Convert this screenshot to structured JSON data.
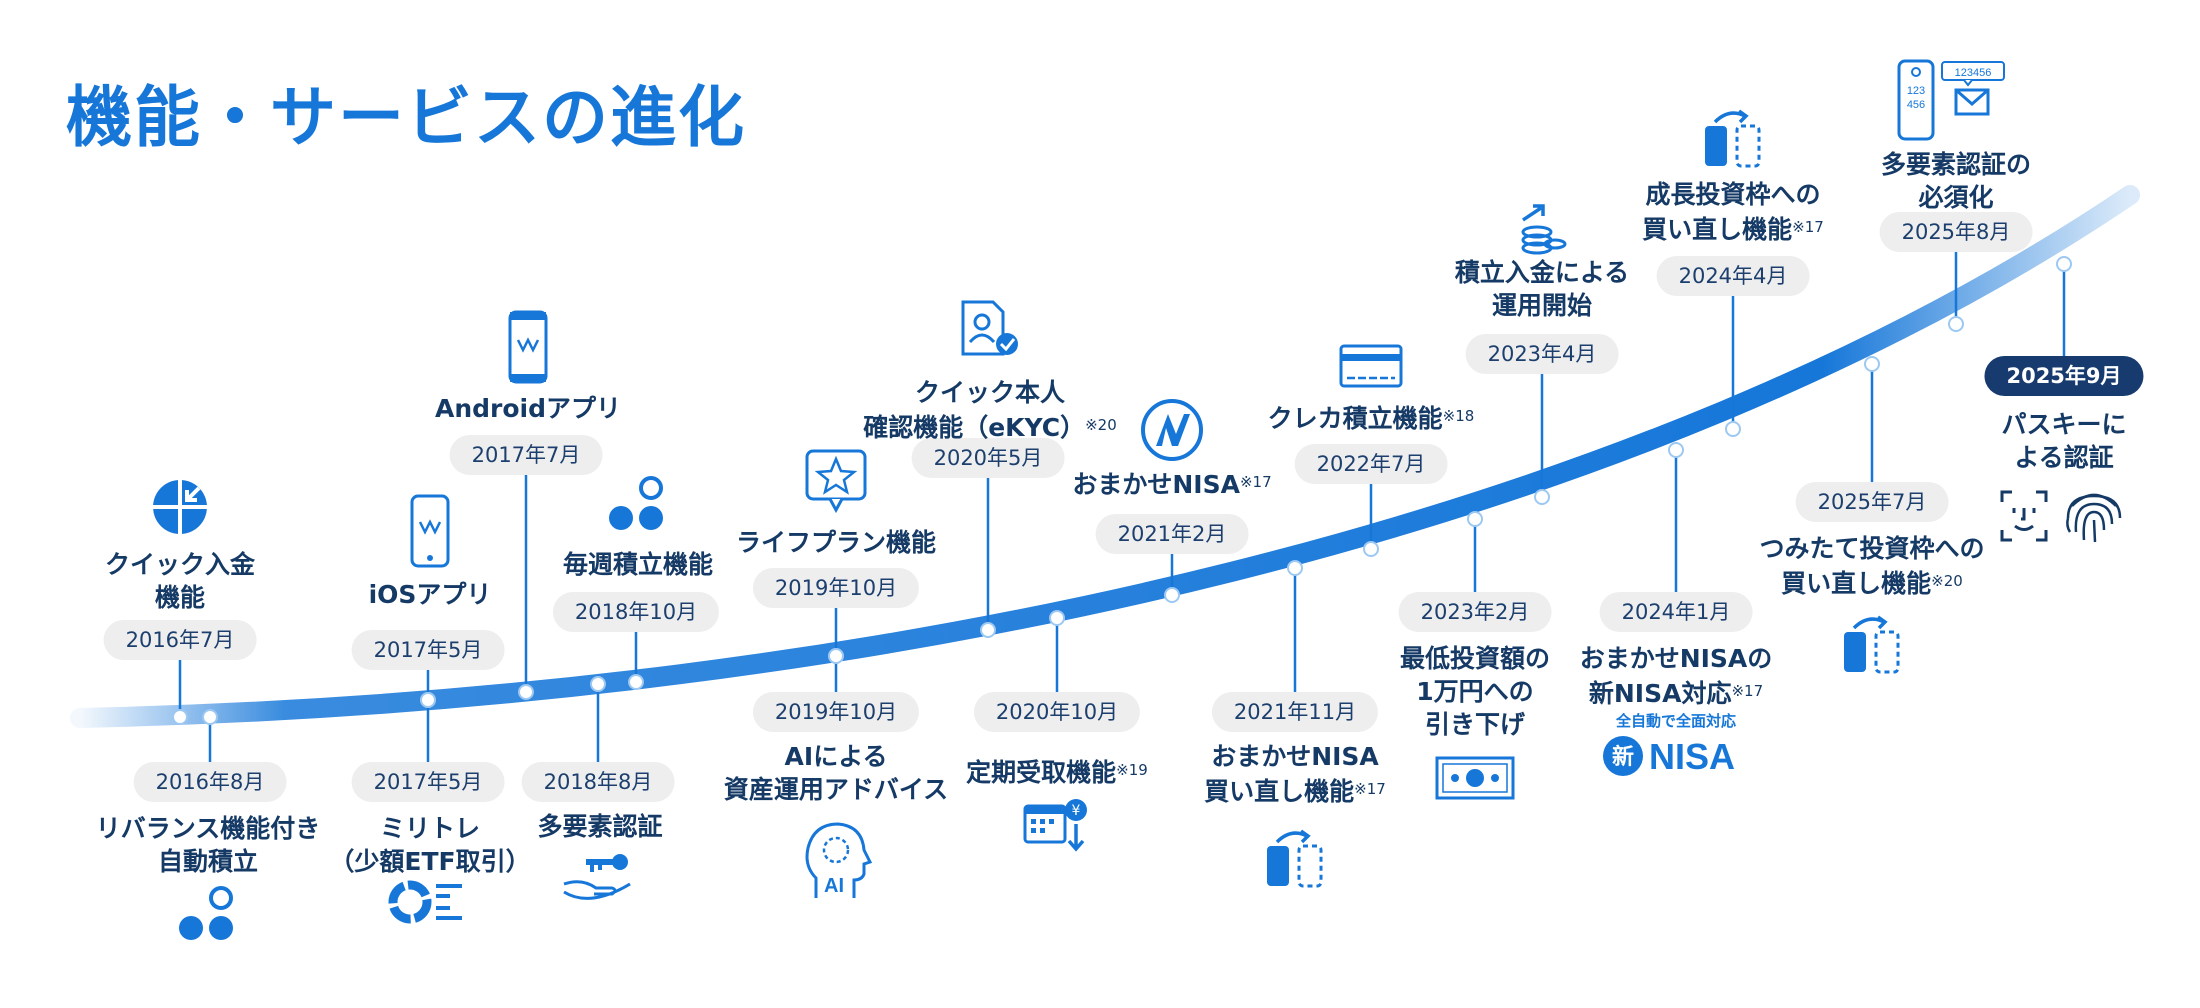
{
  "title": "機能・サービスの進化",
  "colors": {
    "accent": "#1677d9",
    "label": "#163a66",
    "badge_bg": "#eeeeee",
    "badge_dark": "#173b6e"
  },
  "events": [
    {
      "date": "2016年7月",
      "lines": [
        "クイック入金",
        "機能"
      ],
      "icon": "quick-deposit-icon"
    },
    {
      "date": "2016年8月",
      "lines": [
        "リバランス機能付き",
        "自動積立"
      ],
      "icon": "dots-icon"
    },
    {
      "date": "2017年5月",
      "lines": [
        "iOSアプリ"
      ],
      "icon": "iphone-icon"
    },
    {
      "date": "2017年5月",
      "lines": [
        "ミリトレ",
        "（少額ETF取引）"
      ],
      "icon": "donut-list-icon"
    },
    {
      "date": "2017年7月",
      "lines": [
        "Androidアプリ"
      ],
      "icon": "android-phone-icon"
    },
    {
      "date": "2018年8月",
      "lines": [
        "多要素認証"
      ],
      "icon": "key-hand-icon"
    },
    {
      "date": "2018年10月",
      "lines": [
        "毎週積立機能"
      ],
      "icon": "dots-icon"
    },
    {
      "date": "2019年10月",
      "lines": [
        "AIによる",
        "資産運用アドバイス"
      ],
      "icon": "ai-head-icon"
    },
    {
      "date": "2019年10月",
      "lines": [
        "ライフプラン機能"
      ],
      "icon": "star-bubble-icon"
    },
    {
      "date": "2020年5月",
      "lines": [
        "クイック本人",
        "確認機能（eKYC）"
      ],
      "note": "※20",
      "icon": "ekyc-icon"
    },
    {
      "date": "2020年10月",
      "lines": [
        "定期受取機能"
      ],
      "note": "※19",
      "icon": "calendar-yen-icon"
    },
    {
      "date": "2021年2月",
      "lines": [
        "おまかせNISA"
      ],
      "note": "※17",
      "icon": "nisa-n-icon"
    },
    {
      "date": "2021年11月",
      "lines": [
        "おまかせNISA",
        "買い直し機能"
      ],
      "note": "※17",
      "icon": "rebuy-icon"
    },
    {
      "date": "2022年7月",
      "lines": [
        "クレカ積立機能"
      ],
      "note": "※18",
      "icon": "credit-card-icon"
    },
    {
      "date": "2023年2月",
      "lines": [
        "最低投資額の",
        "1万円への",
        "引き下げ"
      ],
      "icon": "banknote-icon"
    },
    {
      "date": "2023年4月",
      "lines": [
        "積立入金による",
        "運用開始"
      ],
      "icon": "coin-stack-icon"
    },
    {
      "date": "2024年1月",
      "lines": [
        "おまかせNISAの",
        "新NISA対応"
      ],
      "note": "※17",
      "icon": "new-nisa-logo",
      "sub": "全自動で全面対応",
      "logo_kanji": "新",
      "logo_text": "NISA"
    },
    {
      "date": "2024年4月",
      "lines": [
        "成長投資枠への",
        "買い直し機能"
      ],
      "note": "※17",
      "icon": "rebuy-icon"
    },
    {
      "date": "2025年7月",
      "lines": [
        "つみたて投資枠への",
        "買い直し機能"
      ],
      "note": "※20",
      "icon": "rebuy-icon"
    },
    {
      "date": "2025年8月",
      "lines": [
        "多要素認証の",
        "必須化"
      ],
      "icon": "mfa-phone-mail-icon",
      "code_a": "123",
      "code_b": "456",
      "code_c": "123456"
    },
    {
      "date": "2025年9月",
      "lines": [
        "パスキーに",
        "よる認証"
      ],
      "icon": "passkey-icon"
    }
  ]
}
